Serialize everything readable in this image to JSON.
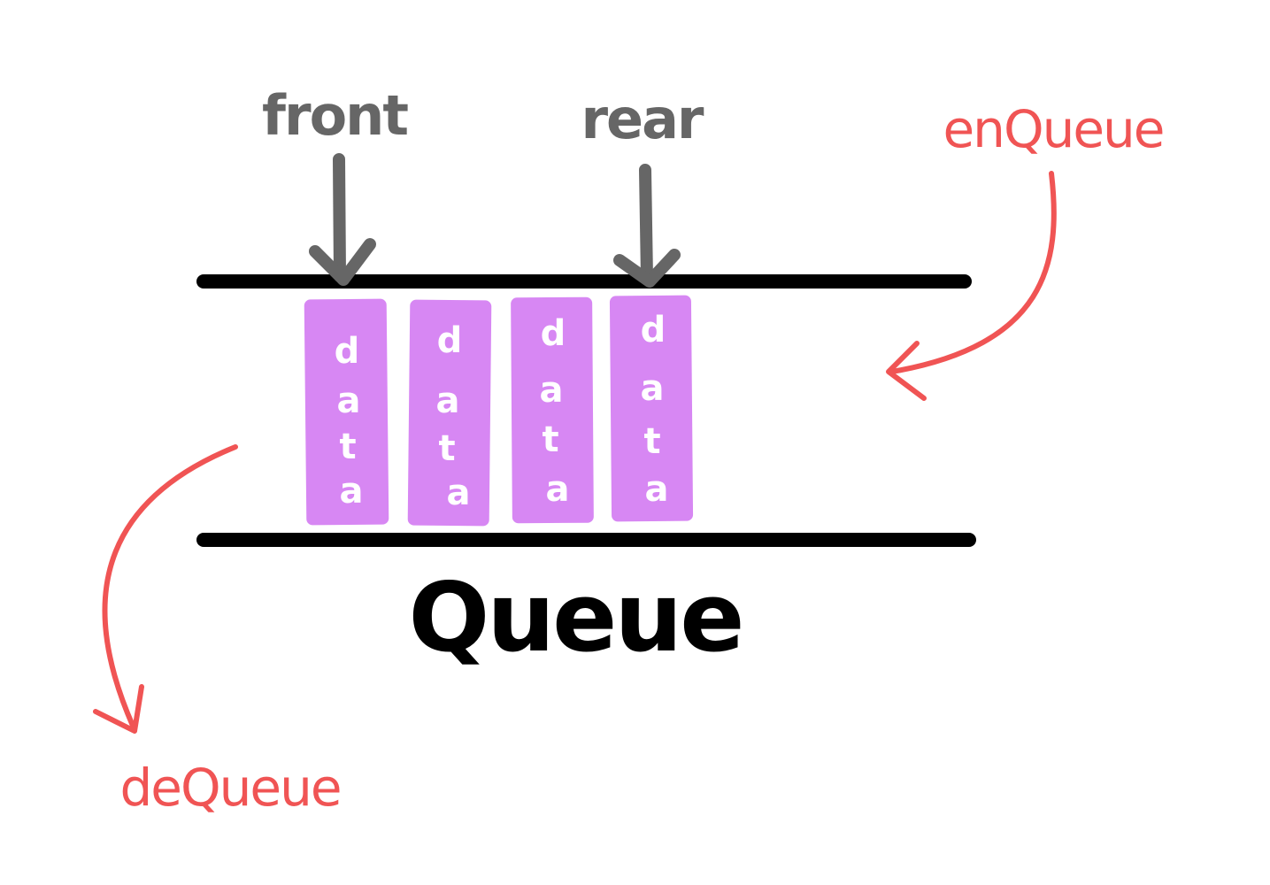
{
  "title": "Queue",
  "pointers": {
    "front": "front",
    "rear": "rear"
  },
  "operations": {
    "enqueue": "enQueue",
    "dequeue": "deQueue"
  },
  "cells": [
    {
      "letters": [
        "d",
        "a",
        "t",
        "a"
      ]
    },
    {
      "letters": [
        "d",
        "a",
        "t",
        "a"
      ]
    },
    {
      "letters": [
        "d",
        "a",
        "t",
        "a"
      ]
    },
    {
      "letters": [
        "d",
        "a",
        "t",
        "a"
      ]
    }
  ],
  "colors": {
    "rail": "#000000",
    "pointer": "#666666",
    "cell_fill": "#d787f3",
    "cell_text": "#ffffff",
    "operation": "#f05454",
    "title": "#000000"
  }
}
